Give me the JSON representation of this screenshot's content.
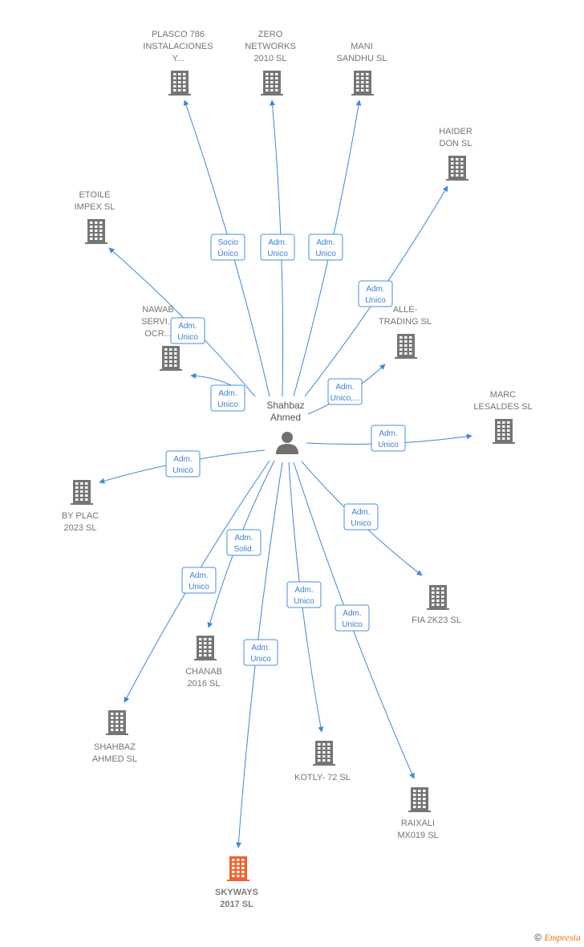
{
  "center": {
    "name_line1": "Shahbaz",
    "name_line2": "Ahmed",
    "icon": "person-icon"
  },
  "colors": {
    "edge": "#3f86dd",
    "company": "#757575",
    "highlight": "#f2622e",
    "relation_text": "#3f7fd4"
  },
  "companies": [
    {
      "id": "plasco",
      "lines": [
        "PLASCO 786",
        "INSTALACIONES",
        "Y..."
      ],
      "relation": [
        "Socio",
        "Único"
      ],
      "highlight": false
    },
    {
      "id": "zero",
      "lines": [
        "ZERO",
        "NETWORKS",
        "2010 SL"
      ],
      "relation": [
        "Adm.",
        "Unico"
      ],
      "highlight": false
    },
    {
      "id": "mani",
      "lines": [
        "MANI",
        "SANDHU  SL"
      ],
      "relation": [
        "Adm.",
        "Unico"
      ],
      "highlight": false
    },
    {
      "id": "haider",
      "lines": [
        "HAIDER",
        "DON  SL"
      ],
      "relation": [
        "Adm.",
        "Unico"
      ],
      "highlight": false
    },
    {
      "id": "etoile",
      "lines": [
        "ETOILE",
        "IMPEX SL"
      ],
      "relation": [
        "Adm.",
        "Unico"
      ],
      "highlight": false
    },
    {
      "id": "nawab",
      "lines": [
        "NAWAB",
        "SERVI...",
        "OCR..."
      ],
      "relation": [
        "Adm.",
        "Unico"
      ],
      "highlight": false
    },
    {
      "id": "alle",
      "lines": [
        "ALLE-",
        "TRADING  SL"
      ],
      "relation": [
        "Adm.",
        "Unico,..."
      ],
      "highlight": false
    },
    {
      "id": "marc",
      "lines": [
        "MARC",
        "LESALDES  SL"
      ],
      "relation": [
        "Adm.",
        "Unico"
      ],
      "highlight": false
    },
    {
      "id": "byplac",
      "lines": [
        "BY PLAC",
        "2023  SL"
      ],
      "relation": [
        "Adm.",
        "Unico"
      ],
      "highlight": false
    },
    {
      "id": "fia",
      "lines": [
        "FIA 2K23  SL"
      ],
      "relation": [
        "Adm.",
        "Unico"
      ],
      "highlight": false
    },
    {
      "id": "chanab",
      "lines": [
        "CHANAB",
        "2016  SL"
      ],
      "relation": [
        "Adm.",
        "Solid."
      ],
      "highlight": false
    },
    {
      "id": "shahbaz",
      "lines": [
        "SHAHBAZ",
        "AHMED  SL"
      ],
      "relation": [
        "Adm.",
        "Unico"
      ],
      "highlight": false
    },
    {
      "id": "kotly",
      "lines": [
        "KOTLY- 72  SL"
      ],
      "relation": [
        "Adm.",
        "Unico"
      ],
      "highlight": false
    },
    {
      "id": "raixali",
      "lines": [
        "RAIXALI",
        "MX019 SL"
      ],
      "relation": [
        "Adm.",
        "Unico"
      ],
      "highlight": false
    },
    {
      "id": "skyways",
      "lines": [
        "SKYWAYS",
        "2017  SL"
      ],
      "relation": [
        "Adm.",
        "Unico"
      ],
      "highlight": true
    }
  ],
  "footer": {
    "copyright_symbol": "©",
    "brand": "Empresia"
  }
}
